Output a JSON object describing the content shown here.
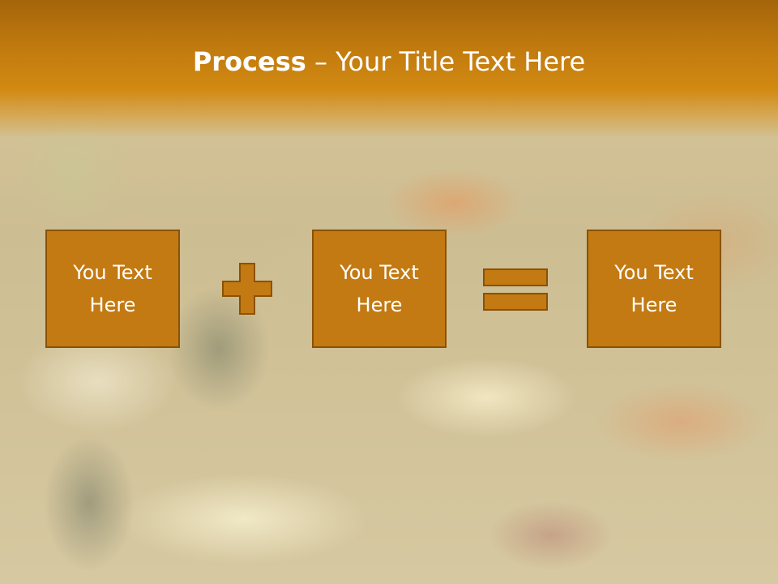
{
  "slide": {
    "title_bold": "Process",
    "title_rest": " – Your Title Text Here",
    "boxes": [
      {
        "text": "You Text Here"
      },
      {
        "text": "You Text Here"
      },
      {
        "text": "You Text Here"
      }
    ],
    "operators": [
      "plus-icon",
      "equals-icon"
    ],
    "colors": {
      "header": "#c17a0e",
      "box_fill": "#c37a12",
      "box_border": "#8a5206",
      "text": "#ffffff"
    }
  }
}
